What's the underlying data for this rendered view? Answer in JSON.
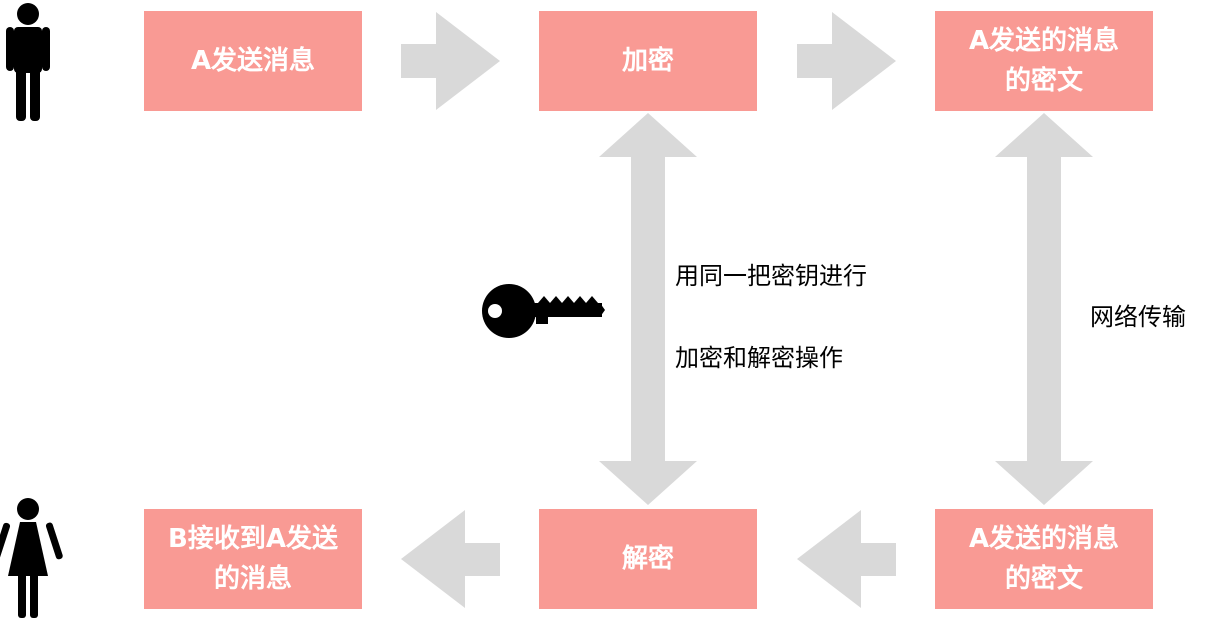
{
  "colors": {
    "box_fill": "#f99a94",
    "box_text": "#ffffff",
    "arrow": "#d9d9d9",
    "icon": "#000000"
  },
  "boxes": {
    "send_msg": "A发送消息",
    "encrypt": "加密",
    "cipher_top": "A发送的消息\n的密文",
    "received": "B接收到A发送\n的消息",
    "decrypt": "解密",
    "cipher_bottom": "A发送的消息\n的密文"
  },
  "labels": {
    "key_line1": "用同一把密钥进行",
    "key_line2": "加密和解密操作",
    "network": "网络传输"
  },
  "icons": {
    "sender": "man-icon",
    "receiver": "woman-icon",
    "key": "key-icon"
  }
}
